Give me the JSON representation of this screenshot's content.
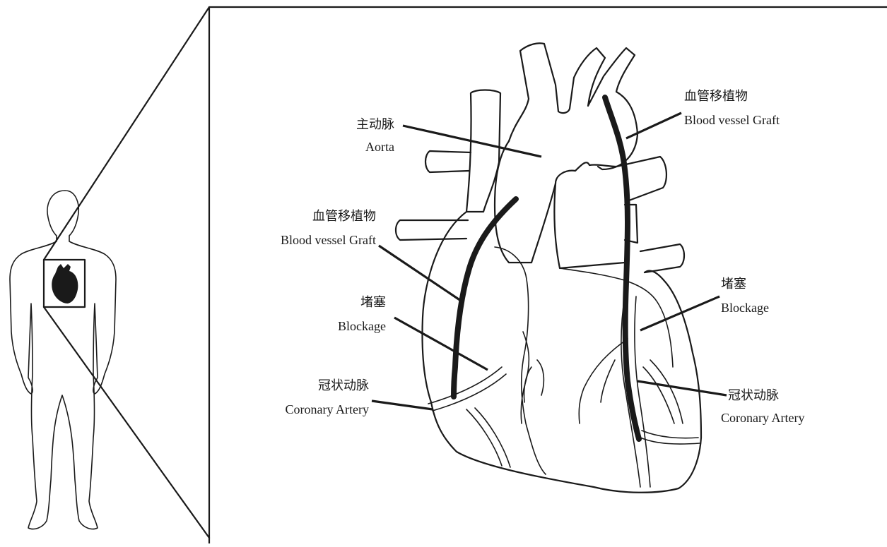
{
  "labels": {
    "aorta": {
      "zh": "主动脉",
      "en": "Aorta"
    },
    "graft_right": {
      "zh": "血管移植物",
      "en": "Blood vessel Graft"
    },
    "graft_left": {
      "zh": "血管移植物",
      "en": "Blood vessel Graft"
    },
    "blockage_left": {
      "zh": "堵塞",
      "en": "Blockage"
    },
    "blockage_right": {
      "zh": "堵塞",
      "en": "Blockage"
    },
    "coronary_left": {
      "zh": "冠状动脉",
      "en": "Coronary Artery"
    },
    "coronary_right": {
      "zh": "冠状动脉",
      "en": "Coronary Artery"
    }
  }
}
